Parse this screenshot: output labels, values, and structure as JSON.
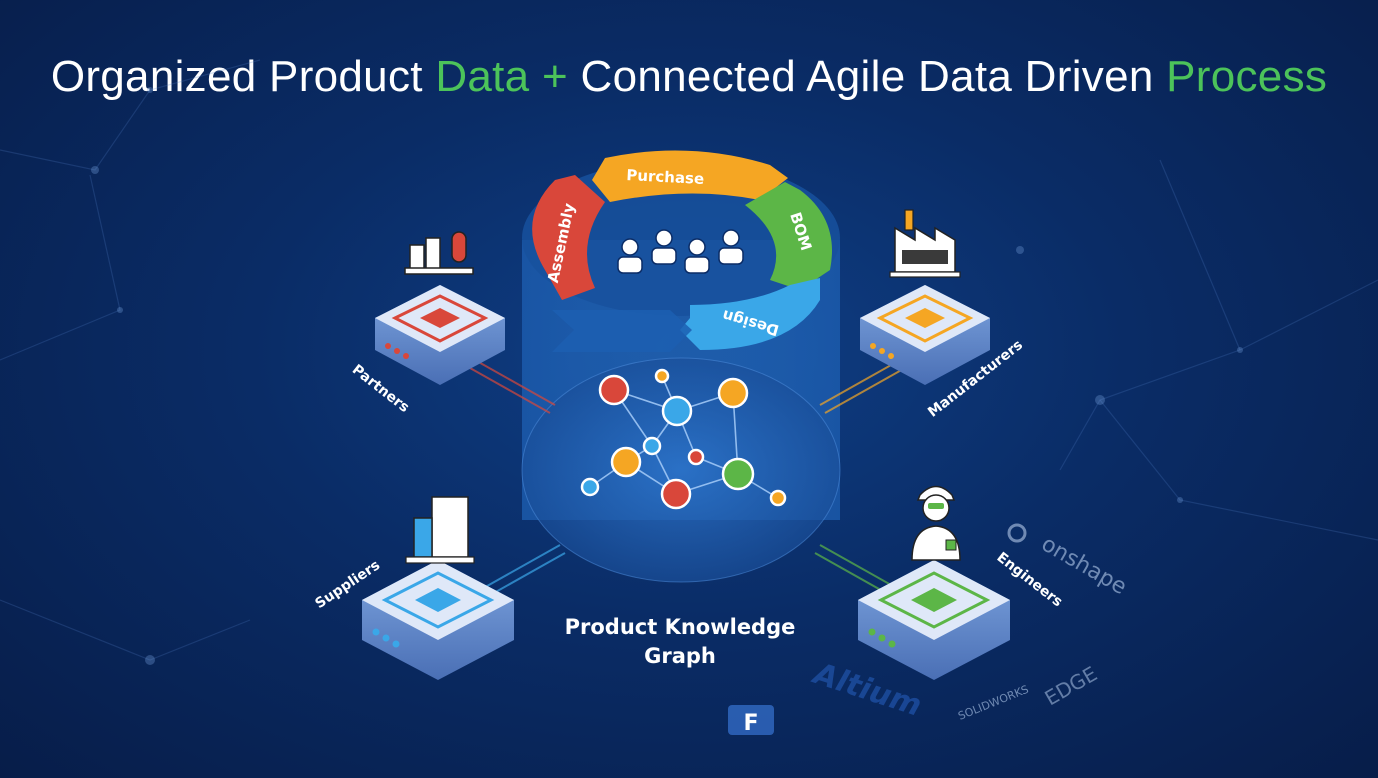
{
  "headline": {
    "part1": "Organized Product ",
    "accent1": "Data",
    "plus": " + ",
    "part2": "Connected Agile Data Driven ",
    "accent2": "Process"
  },
  "cycle": {
    "purchase": "Purchase",
    "assembly": "Assembly",
    "bom": "BOM",
    "design": "Design"
  },
  "nodes": {
    "partners": "Partners",
    "manufacturers": "Manufacturers",
    "suppliers": "Suppliers",
    "engineers": "Engineers"
  },
  "center": {
    "line1": "Product Knowledge",
    "line2": "Graph"
  },
  "logos": {
    "onshape": "onshape",
    "altium": "Altium",
    "solidworks": "SOLIDWORKS",
    "edge": "EDGE",
    "fusion": "F"
  },
  "colors": {
    "green_accent": "#4cc35a",
    "orange": "#f5a623",
    "red": "#d9473a",
    "green": "#5cb647",
    "blue": "#3aa7e8"
  }
}
